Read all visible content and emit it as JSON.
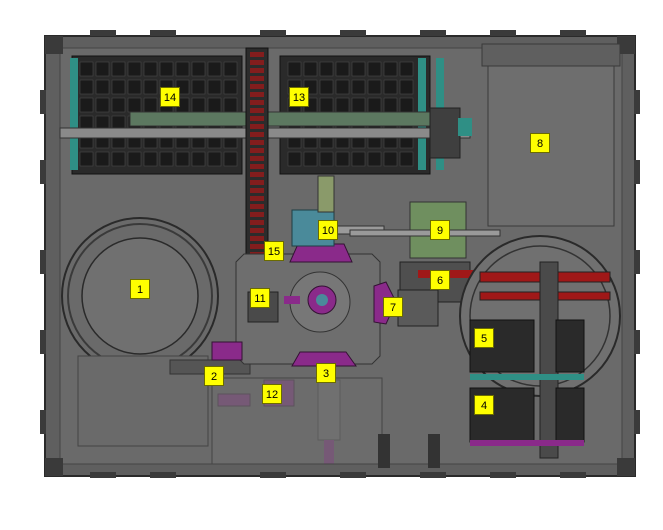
{
  "drawing": {
    "colors": {
      "frame": "#5f5f5f",
      "frame_dark": "#3a3a3a",
      "plate": "#707070",
      "tray_dark": "#262626",
      "accent_magenta": "#8a2a8a",
      "accent_red": "#a01818",
      "accent_teal": "#2f8f85",
      "accent_green": "#6f8f5f",
      "label_bg": "#ffff00"
    },
    "labels": [
      {
        "id": "1",
        "text": "1"
      },
      {
        "id": "2",
        "text": "2"
      },
      {
        "id": "3",
        "text": "3"
      },
      {
        "id": "4",
        "text": "4"
      },
      {
        "id": "5",
        "text": "5"
      },
      {
        "id": "6",
        "text": "6"
      },
      {
        "id": "7",
        "text": "7"
      },
      {
        "id": "8",
        "text": "8"
      },
      {
        "id": "9",
        "text": "9"
      },
      {
        "id": "10",
        "text": "10"
      },
      {
        "id": "11",
        "text": "11"
      },
      {
        "id": "12",
        "text": "12"
      },
      {
        "id": "13",
        "text": "13"
      },
      {
        "id": "14",
        "text": "14"
      },
      {
        "id": "15",
        "text": "15"
      }
    ]
  }
}
